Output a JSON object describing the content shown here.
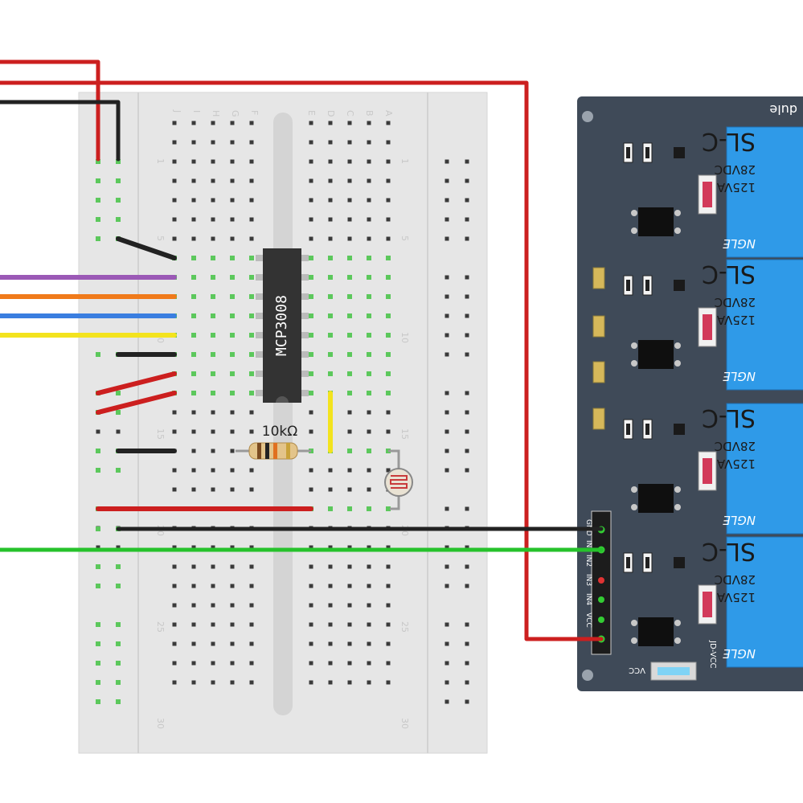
{
  "breadboard": {
    "col_letters_left": [
      "J",
      "I",
      "H",
      "G",
      "F"
    ],
    "col_letters_right": [
      "E",
      "D",
      "C",
      "B",
      "A"
    ],
    "row_numbers": [
      "1",
      "5",
      "10",
      "15",
      "20",
      "25",
      "30"
    ]
  },
  "ic": {
    "label": "MCP3008"
  },
  "resistor": {
    "label": "10kΩ"
  },
  "relay_module": {
    "title_fragment": "dule",
    "relay_text": {
      "model": "SL-C",
      "line_dc": "28VDC",
      "line_ac": "125VAC",
      "brand": "NGLE"
    },
    "pins": [
      "GND",
      "IN1",
      "IN2",
      "IN3",
      "IN4",
      "VCC"
    ],
    "jumper_labels": {
      "vcc": "VCC",
      "jdvcc": "JD-VCC"
    }
  },
  "colors": {
    "wire_red": "#cc1f1f",
    "wire_black": "#222222",
    "wire_purple": "#9b59b6",
    "wire_orange": "#f07a1a",
    "wire_blue": "#3a7ee0",
    "wire_yellow": "#f3e31e",
    "wire_green": "#26c22b",
    "breadboard": "#e6e6e6",
    "relay_board": "#3f4a58",
    "relay_cube": "#2f9ae8"
  }
}
